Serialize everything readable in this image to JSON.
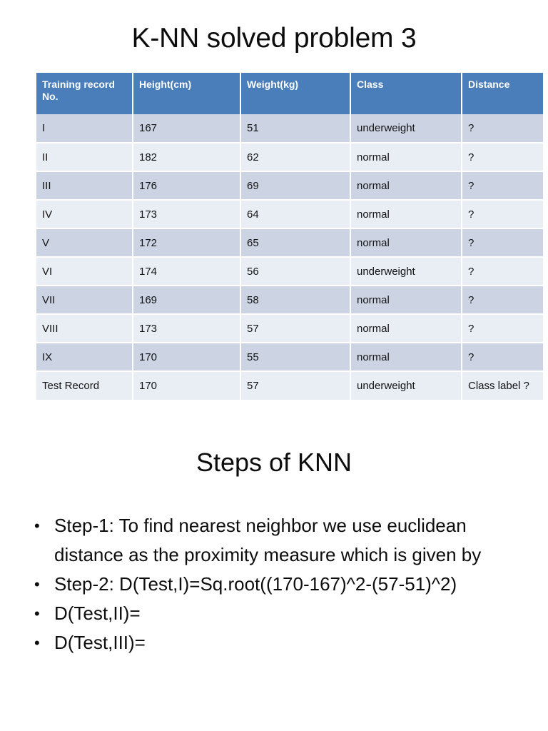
{
  "slide": {
    "title": "K-NN solved problem 3",
    "section_heading": "Steps of KNN"
  },
  "theme": {
    "header_blue": "#4a7ebb",
    "row_band_dark": "#ccd4e4",
    "row_band_light": "#e9edf4",
    "text_color": "#0d0d0d",
    "grid_color": "#ffffff"
  },
  "table": {
    "headers": [
      "Training record No.",
      "Height(cm)",
      "Weight(kg)",
      "Class",
      "Distance"
    ],
    "rows": [
      {
        "record": "I",
        "height": "167",
        "weight": "51",
        "class": "underweight",
        "distance": "?"
      },
      {
        "record": "II",
        "height": "182",
        "weight": "62",
        "class": "normal",
        "distance": "?"
      },
      {
        "record": "III",
        "height": "176",
        "weight": "69",
        "class": "normal",
        "distance": "?"
      },
      {
        "record": "IV",
        "height": "173",
        "weight": "64",
        "class": "normal",
        "distance": "?"
      },
      {
        "record": "V",
        "height": "172",
        "weight": "65",
        "class": "normal",
        "distance": "?"
      },
      {
        "record": "VI",
        "height": "174",
        "weight": "56",
        "class": "underweight",
        "distance": "?"
      },
      {
        "record": "VII",
        "height": "169",
        "weight": "58",
        "class": "normal",
        "distance": "?"
      },
      {
        "record": "VIII",
        "height": "173",
        "weight": "57",
        "class": "normal",
        "distance": "?"
      },
      {
        "record": "IX",
        "height": "170",
        "weight": "55",
        "class": "normal",
        "distance": "?"
      },
      {
        "record": "Test Record",
        "height": "170",
        "weight": "57",
        "class": "underweight",
        "distance": "Class label ?"
      }
    ]
  },
  "steps": [
    {
      "text": "Step-1: To find nearest neighbor we use euclidean distance as the proximity measure which is given by"
    },
    {
      "text": "Step-2: D(Test,I)=Sq.root((170-167)^2-(57-51)^2)"
    },
    {
      "text": "D(Test,II)="
    },
    {
      "text": "D(Test,III)="
    }
  ]
}
